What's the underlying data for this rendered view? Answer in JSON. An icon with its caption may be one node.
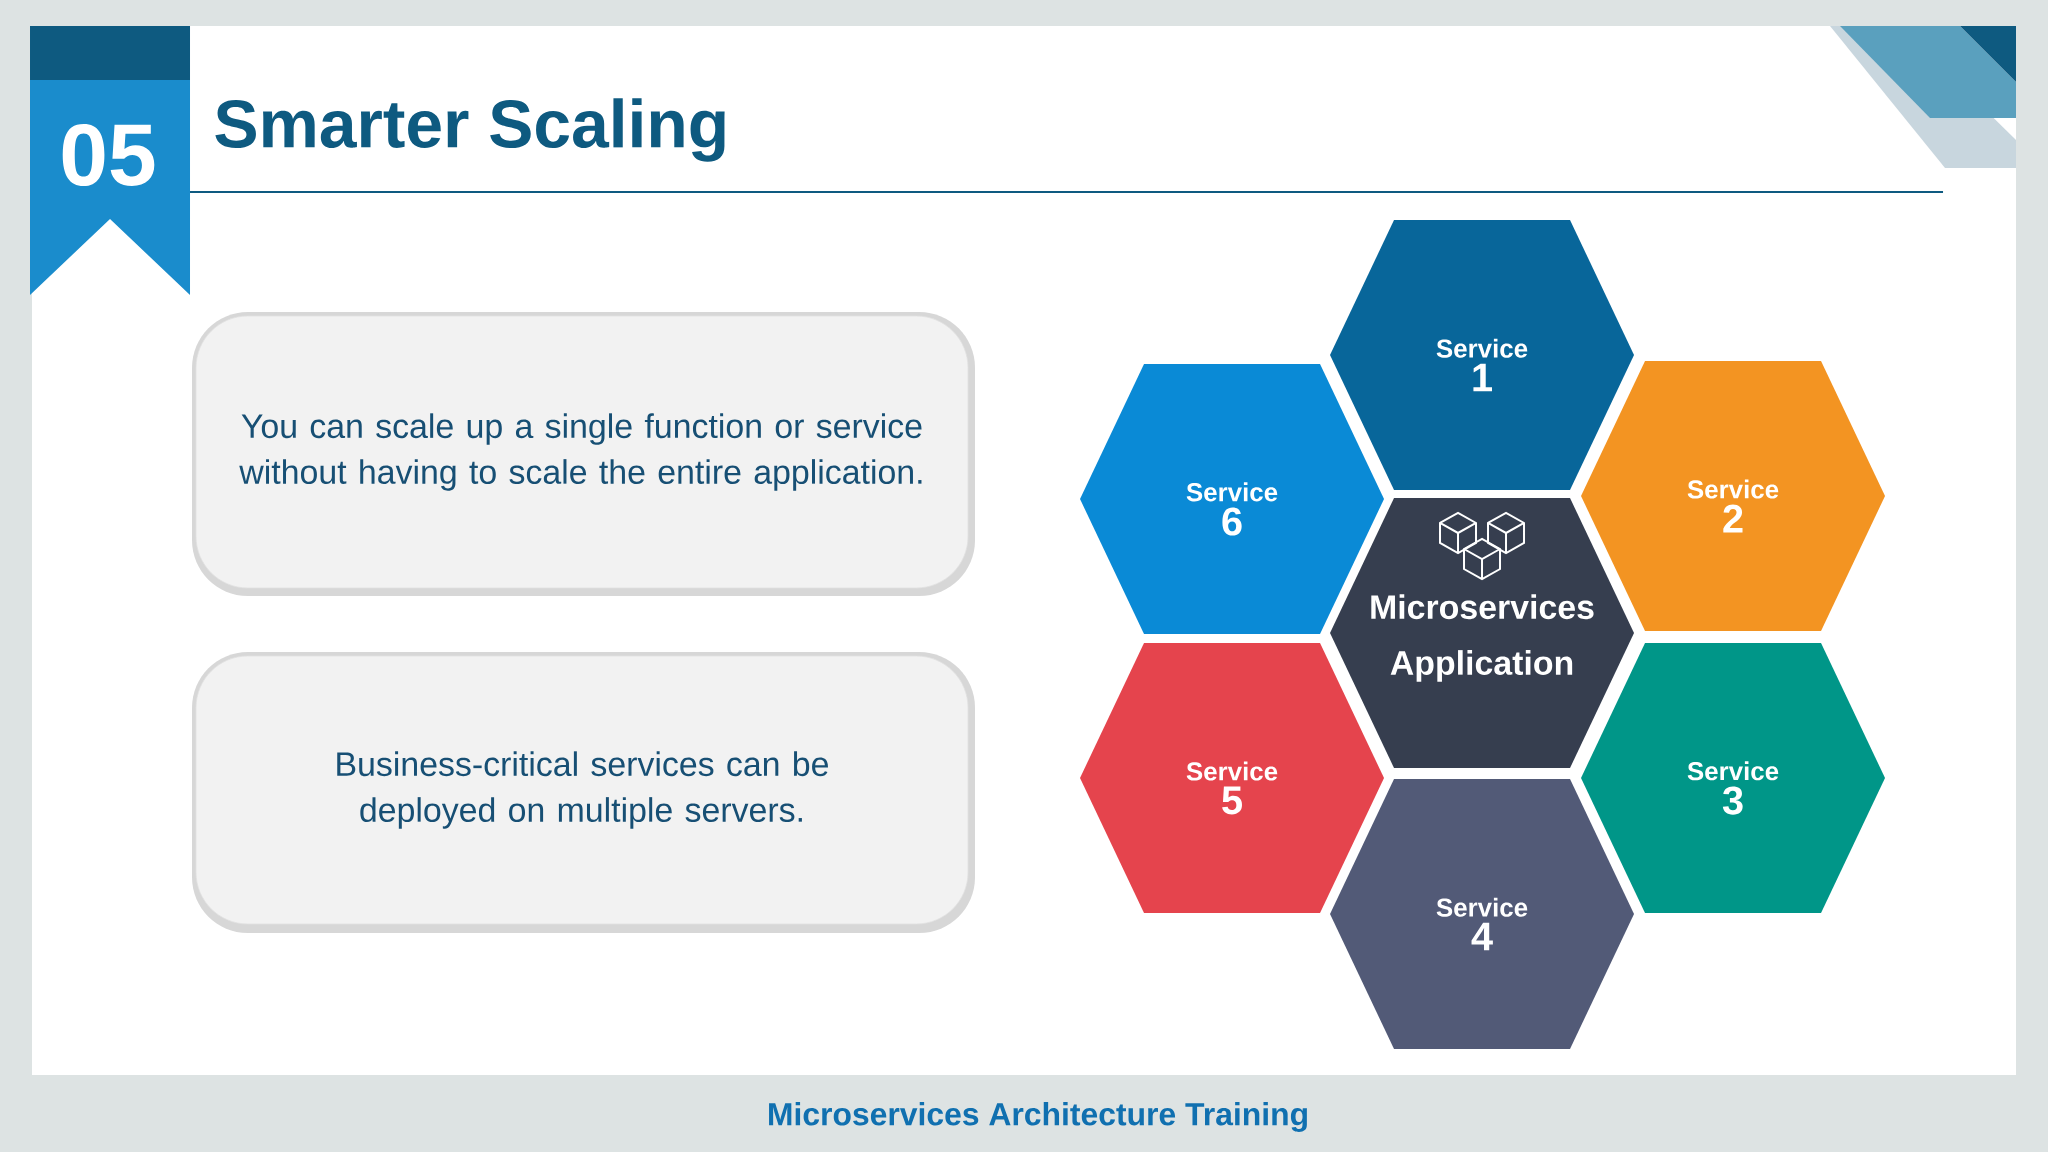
{
  "diagram": {
    "title": "Smarter Scaling",
    "nodes": [
      {
        "text": [
          "You can scale up a single function or service without having to scale the entire application."
        ]
      },
      {
        "text": [
          "Business-critical services can be deployed on multiple servers."
        ]
      },
      {
        "text": [
          "Microservices Application"
        ]
      },
      {
        "text": [
          "Service",
          "1"
        ]
      },
      {
        "text": [
          "Service",
          "2"
        ]
      },
      {
        "text": [
          "Service",
          "3"
        ]
      },
      {
        "text": [
          "Service",
          "4"
        ]
      },
      {
        "text": [
          "Service",
          "5"
        ]
      },
      {
        "text": [
          "Service",
          "6"
        ]
      }
    ],
    "labels": [
      "05",
      "Microservices Architecture Training"
    ]
  }
}
